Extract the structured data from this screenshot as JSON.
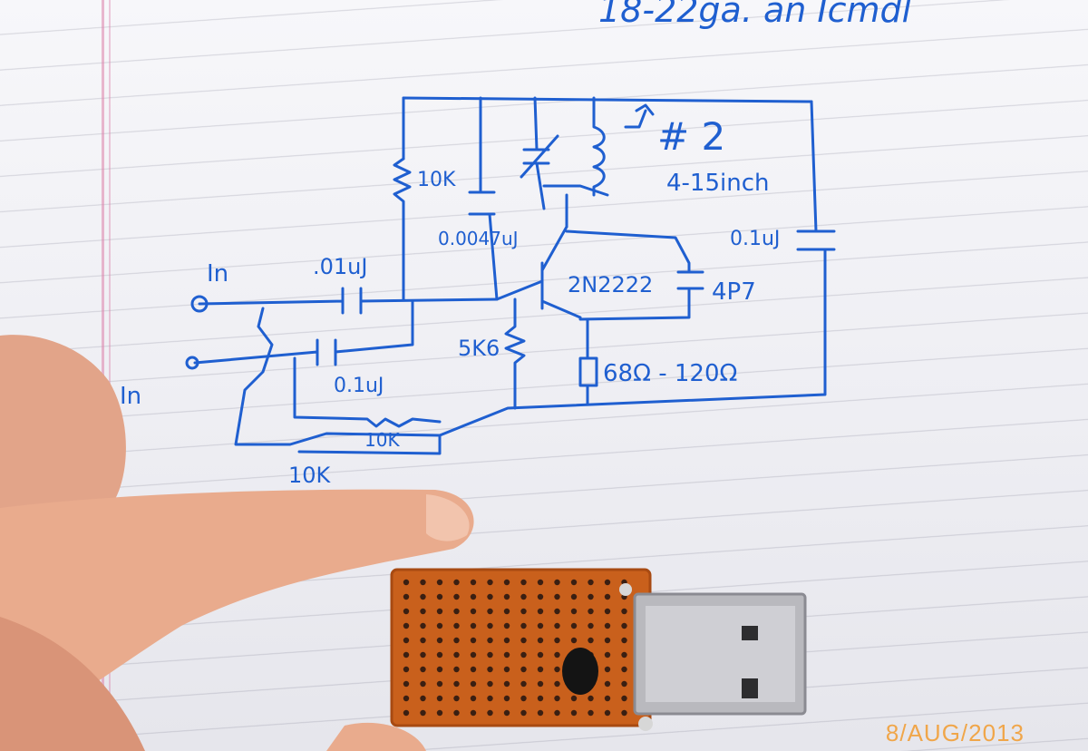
{
  "photo": {
    "top_note": "18-22ga. an Icmdl",
    "date_stamp": "8/AUG/2013",
    "colors": {
      "ink": "#1f5fd0",
      "pcb": "#c9601c",
      "skin": "#e9a98a",
      "stamp": "#f0a64a"
    }
  },
  "schematic": {
    "title": "# 2",
    "coil_size": "4-15inch",
    "transistor": "2N2222",
    "labels": {
      "in_top": "In",
      "in_bottom": "In",
      "cap_in_top": ".01uJ",
      "cap_in_bottom": "0.1uJ",
      "res_top": "10K",
      "cap_bias": "0.0047uJ",
      "res_base": "5K6",
      "cap_output": "0.1uJ",
      "cap_feedback": "4P7",
      "res_emitter": "68Ω - 120Ω",
      "res_mix_inner": "10K",
      "res_mix_outer": "10K"
    }
  }
}
